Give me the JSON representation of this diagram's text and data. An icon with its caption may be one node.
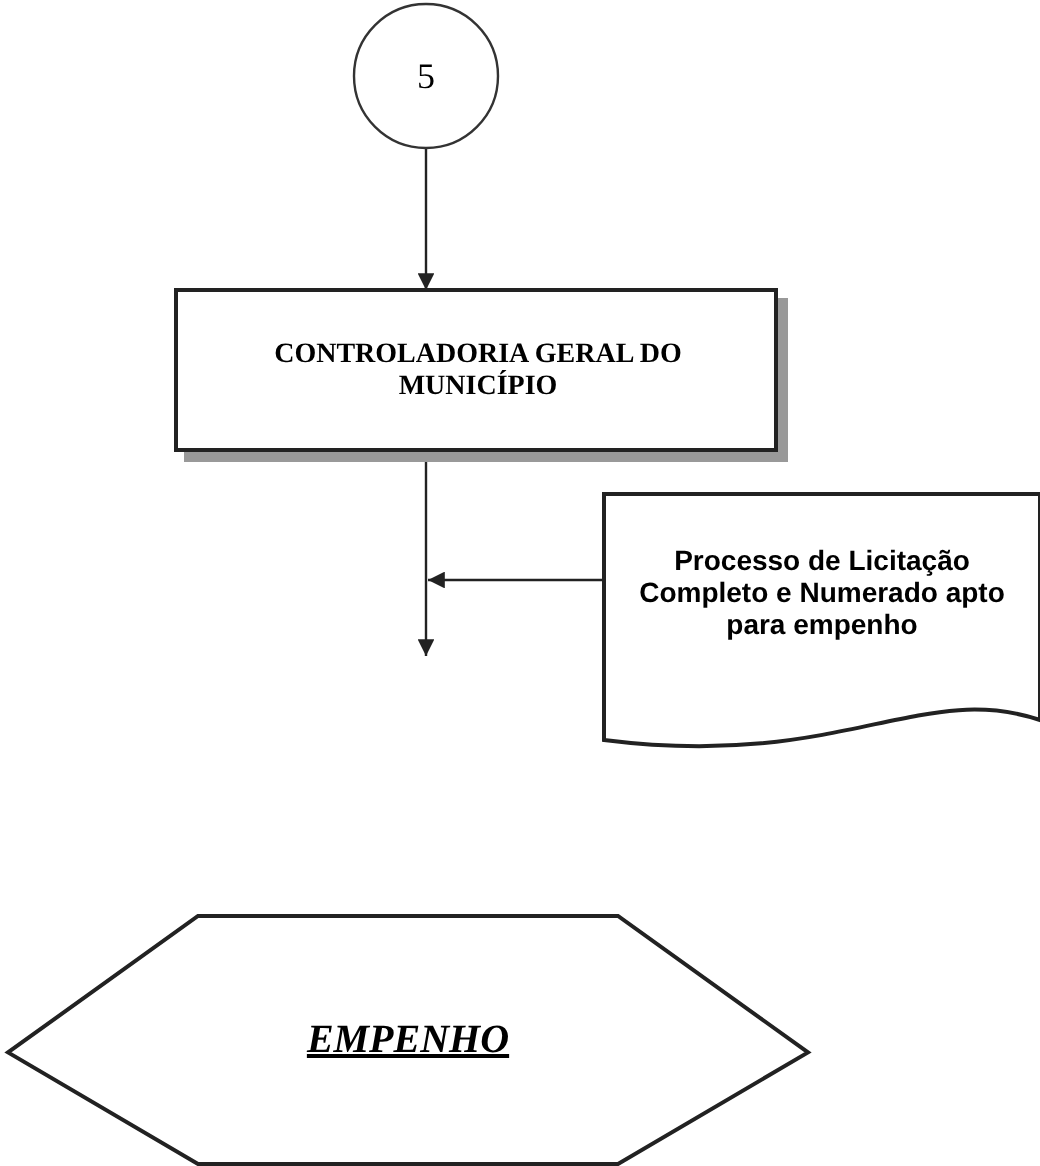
{
  "diagram": {
    "nodes": [
      {
        "text": [
          "5"
        ]
      },
      {
        "text": [
          "CONTROLADORIA GERAL DO MUNICÍPIO"
        ]
      },
      {
        "text": [
          "Processo de Licitação Completo e Numerado apto para empenho"
        ]
      },
      {
        "text": [
          "EMPENHO"
        ]
      }
    ],
    "edges": [
      {
        "from": 0,
        "to": 1,
        "arrow": "to"
      },
      {
        "from": 1,
        "to": null,
        "arrow": "to"
      },
      {
        "from": 2,
        "to": null,
        "arrow": "to"
      }
    ]
  }
}
